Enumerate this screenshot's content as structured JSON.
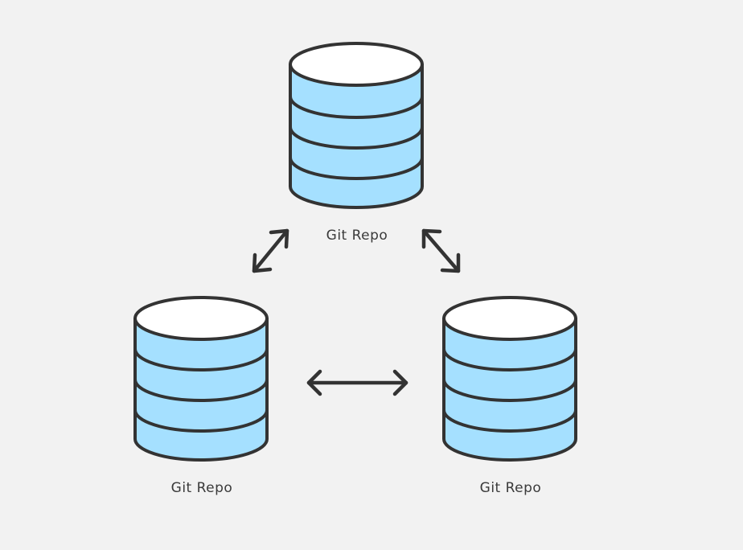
{
  "colors": {
    "background": "#f2f2f2",
    "stroke": "#333333",
    "disk_fill": "#a5e0ff",
    "top_fill": "#ffffff",
    "label": "#3a3a3a"
  },
  "repos": [
    {
      "label": "Git Repo",
      "icon": "database-icon"
    },
    {
      "label": "Git Repo",
      "icon": "database-icon"
    },
    {
      "label": "Git Repo",
      "icon": "database-icon"
    }
  ],
  "connections": [
    {
      "from": "repo-top",
      "to": "repo-left",
      "icon": "double-arrow-icon"
    },
    {
      "from": "repo-top",
      "to": "repo-right",
      "icon": "double-arrow-icon"
    },
    {
      "from": "repo-left",
      "to": "repo-right",
      "icon": "double-arrow-icon"
    }
  ]
}
